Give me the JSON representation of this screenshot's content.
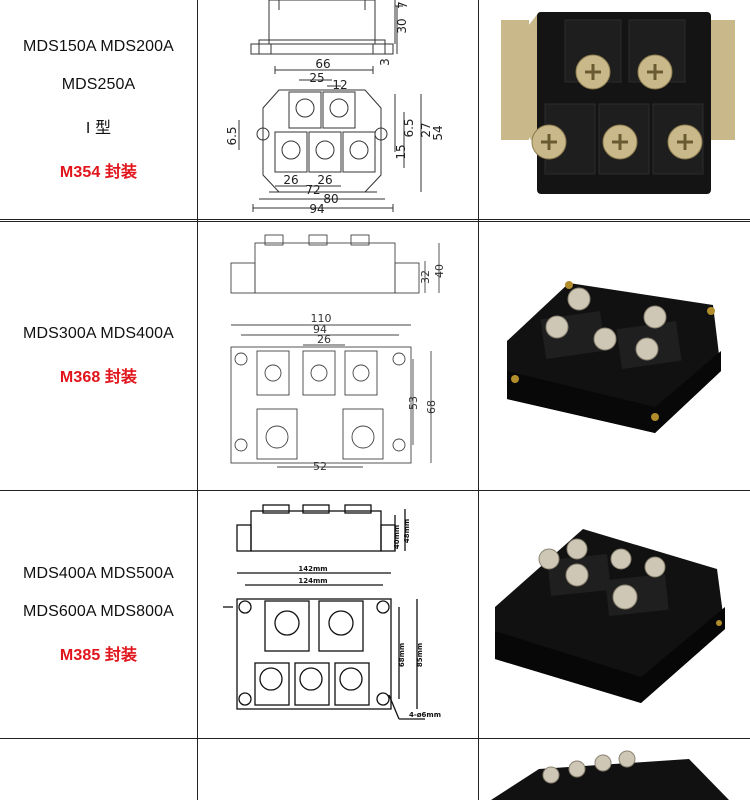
{
  "rows": [
    {
      "lines": [
        "MDS150A MDS200A",
        "MDS250A",
        "I 型"
      ],
      "package": "M354 封装",
      "dims": {
        "d7": "7",
        "d30": "30",
        "d3": "3",
        "d66": "66",
        "d25": "25",
        "d12": "12",
        "d6_5a": "6.5",
        "d6_5b": "6.5",
        "d27": "27",
        "d54": "54",
        "d15": "15",
        "d26a": "26",
        "d26b": "26",
        "d72": "72",
        "d80": "80",
        "d94": "94"
      }
    },
    {
      "lines": [
        "MDS300A MDS400A"
      ],
      "package": "M368 封装",
      "dims": {
        "d32": "32",
        "d40": "40",
        "d110": "110",
        "d94": "94",
        "d26": "26",
        "d53": "53",
        "d68": "68",
        "d52": "52"
      }
    },
    {
      "lines": [
        "MDS400A MDS500A",
        "MDS600A MDS800A"
      ],
      "package": "M385 封装",
      "dims": {
        "d40": "40mm",
        "d48": "48mm",
        "d142": "142mm",
        "d124": "124mm",
        "d68": "68mm",
        "d85": "85mm",
        "hole": "4-ø6mm"
      }
    }
  ],
  "colors": {
    "package_text": "#e1141b",
    "module_body": "#141414",
    "terminal": "#c9b98a"
  }
}
